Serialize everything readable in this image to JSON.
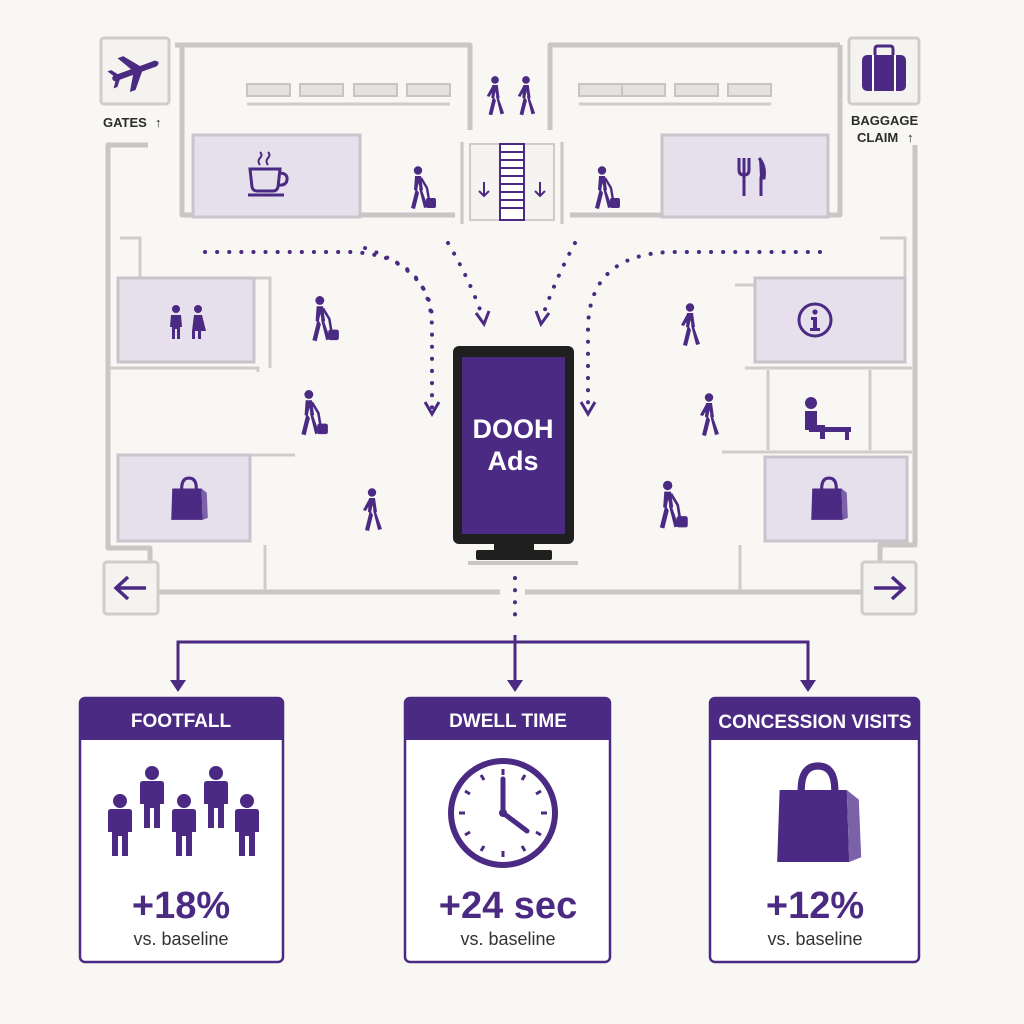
{
  "signs": {
    "gates": "GATES",
    "gates_arrow": "↑",
    "baggage_line1": "BAGGAGE",
    "baggage_line2": "CLAIM",
    "baggage_arrow": "↑"
  },
  "screen": {
    "line1": "DOOH",
    "line2": "Ads"
  },
  "metrics": [
    {
      "title": "FOOTFALL",
      "value": "+18%",
      "note": "vs. baseline",
      "icon": "people-group-icon"
    },
    {
      "title": "DWELL TIME",
      "value": "+24 sec",
      "note": "vs. baseline",
      "icon": "clock-icon"
    },
    {
      "title": "CONCESSION VISITS",
      "value": "+12%",
      "note": "vs. baseline",
      "icon": "shopping-bag-icon"
    }
  ],
  "colors": {
    "accent": "#4b2a83",
    "room": "#e6e0ec",
    "background": "#f8f7f3"
  },
  "icons": [
    "airplane-icon",
    "luggage-icon",
    "coffee-icon",
    "restaurant-icon",
    "restroom-icon",
    "info-icon",
    "seating-icon",
    "shopping-bag-icon",
    "escalator-icon",
    "walker-icon",
    "arrow-left-icon",
    "arrow-right-icon"
  ]
}
